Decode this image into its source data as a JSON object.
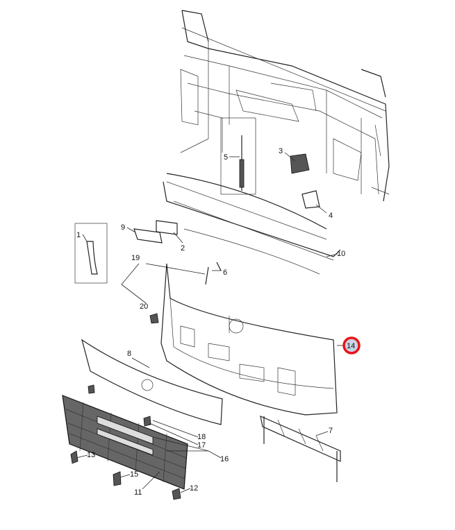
{
  "diagram": {
    "callouts": [
      "1",
      "2",
      "3",
      "4",
      "5",
      "6",
      "7",
      "8",
      "9",
      "10",
      "11",
      "12",
      "13",
      "14",
      "15",
      "16",
      "17",
      "18",
      "19",
      "20"
    ],
    "highlighted_callout": "14",
    "highlight_color": "#e8141c",
    "highlight_fill": "#c9d3e3"
  }
}
